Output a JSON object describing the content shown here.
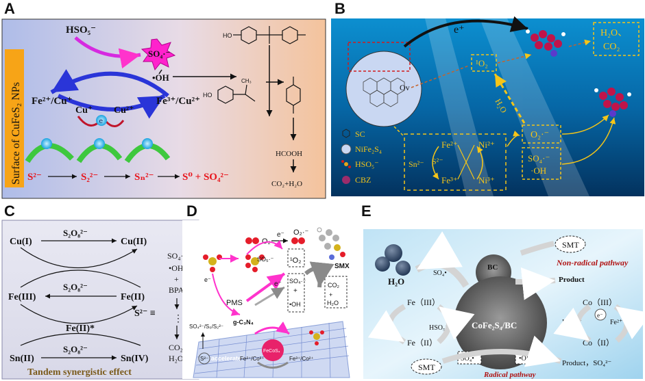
{
  "panels": {
    "A": {
      "label": "A",
      "surface": "Surface of CuFeS₂ NPs",
      "hso5": "HSO₅⁻",
      "so4": "SO₄·⁻",
      "oh": "•OH",
      "fe2cu": "Fe²⁺/Cu⁺",
      "fe3cu": "Fe³⁺/Cu²⁺",
      "cu1": "Cu⁺",
      "cu2": "Cu²⁺",
      "e": "e",
      "chain": [
        "S²⁻",
        "S₂²⁻",
        "Sₙ²⁻",
        "S⁰ + SO₄²⁻"
      ],
      "hcooh": "HCOOH",
      "co2h2o": "CO₂+H₂O",
      "ho": "HO",
      "ch3": "CH₃"
    },
    "B": {
      "label": "B",
      "eplus": "e⁺",
      "ov": "Ov",
      "singlet": "¹O₂",
      "h2o_co2": [
        "H₂O、",
        "CO₂"
      ],
      "h2o": "H₂O",
      "o2rad": "O₂·⁻",
      "so4oh": [
        "SO₄·⁻",
        "·OH"
      ],
      "cycle": {
        "fe2": "Fe²⁺",
        "ni2": "Ni²⁺",
        "fe3": "Fe³⁺",
        "ni3": "Ni³⁺",
        "sn": "Sn²⁻",
        "s2": "S²⁻"
      },
      "legend": [
        "SC",
        "NiFe₂S₄",
        "HSO₅⁻",
        "CBZ"
      ]
    },
    "C": {
      "label": "C",
      "cu1": "Cu(I)",
      "cu2": "Cu(II)",
      "fe3": "Fe(III)",
      "fe2": "Fe(II)",
      "fe2s": "Fe(II)*",
      "sn2": "Sn(II)",
      "sn4": "Sn(IV)",
      "s2o8": "S₂O₈²⁻",
      "s2eq": "S²⁻ ≡",
      "side": [
        "SO₄·⁻/",
        "•OH",
        "+",
        "BPA",
        "⋮",
        "CO₂",
        "H₂O"
      ],
      "footer": "Tandem synergistic effect"
    },
    "D": {
      "label": "D",
      "o2": "O₂",
      "e": "e⁻",
      "o2rad": "O₂·⁻",
      "smx": "SMX",
      "singlet": "¹O₂",
      "so5": "SO₅·⁻",
      "so4": "SO₄·⁻",
      "plus": "+",
      "oh": "•OH",
      "co2": "CO₂",
      "h2o": "H₂O",
      "pms": "PMS",
      "gcn": "g-C₃N₄",
      "s2": "S²⁻",
      "accelerate": "accelerate",
      "left": "SO₄²⁻/S₀/S₂²⁻",
      "fecu": "Fe²⁺/Co³⁺",
      "fecu2": "Fe³⁺/Co²⁺",
      "core": "FeCoS₄"
    },
    "E": {
      "label": "E",
      "oh": "•OH",
      "so4": "SO₄•",
      "h2o": "H₂O",
      "smt": "SMT",
      "nonrad": "Non-radical pathway",
      "product": "Product",
      "bc": "BC",
      "core": "CoFe₂S₄/BC",
      "fe3": "Fe（III）",
      "fe2": "Fe（II）",
      "s2": "S²⁻",
      "hso5": "HSO₅⁻",
      "co3": "Co（III）",
      "co2": "Co（II）",
      "e": "e⁻",
      "fe2p": "Fe²⁺",
      "so4box": "SO₄•",
      "ohbox": "•OH",
      "product2": "Product，SO₄²⁻",
      "rad": "Radical pathway"
    }
  },
  "colors": {
    "red": "#e8141b",
    "magenta": "#ff33cc",
    "blue": "#2a35d8",
    "green": "#3ec83e",
    "yellow": "#f5c518",
    "darkred": "#b01212"
  }
}
